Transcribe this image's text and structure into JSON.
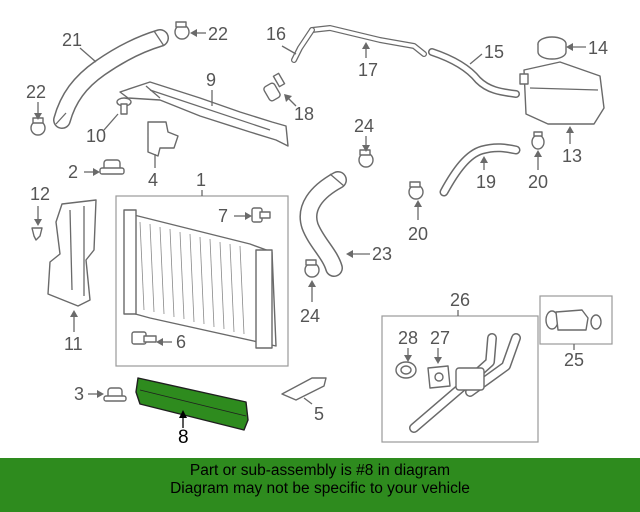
{
  "callouts": {
    "c1": "1",
    "c2": "2",
    "c3": "3",
    "c4": "4",
    "c5": "5",
    "c6": "6",
    "c7": "7",
    "c8": "8",
    "c9": "9",
    "c10": "10",
    "c11": "11",
    "c12": "12",
    "c13": "13",
    "c14": "14",
    "c15": "15",
    "c16": "16",
    "c17": "17",
    "c18": "18",
    "c19": "19",
    "c20a": "20",
    "c20b": "20",
    "c21": "21",
    "c22a": "22",
    "c22b": "22",
    "c23": "23",
    "c24a": "24",
    "c24b": "24",
    "c25": "25",
    "c26": "26",
    "c27": "27",
    "c28": "28"
  },
  "highlight": {
    "part_number": "8",
    "color": "#2e8b1e"
  },
  "banner": {
    "line1": "Part or sub-assembly is #8 in diagram",
    "line2": "Diagram may not be specific to your vehicle",
    "background": "#2e8b1e"
  }
}
